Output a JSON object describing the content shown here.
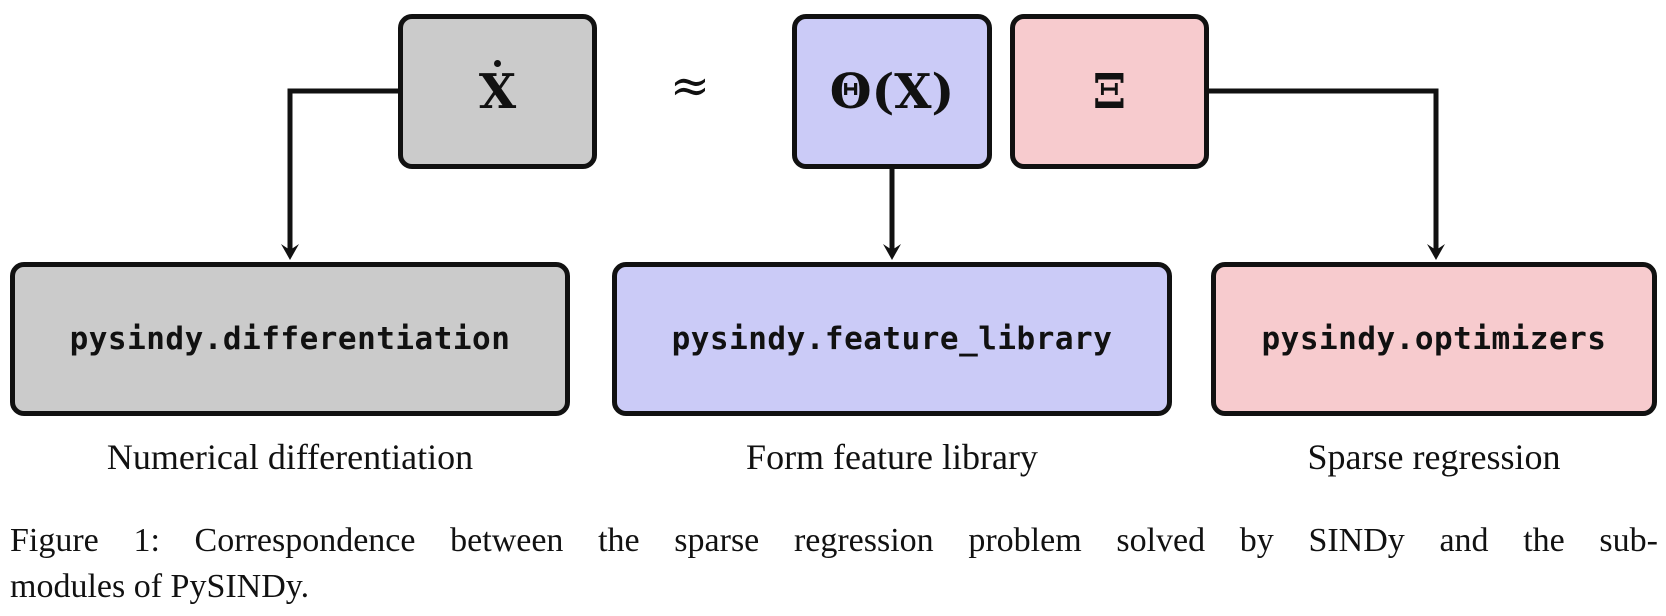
{
  "equation": {
    "lhs_symbol": "X",
    "approx_symbol": "≈",
    "theta_symbol": "Θ(X)",
    "xi_symbol": "Ξ"
  },
  "modules": [
    {
      "name": "pysindy.differentiation",
      "description": "Numerical differentiation"
    },
    {
      "name": "pysindy.feature_library",
      "description": "Form feature library"
    },
    {
      "name": "pysindy.optimizers",
      "description": "Sparse regression"
    }
  ],
  "caption": {
    "line1": "Figure 1: Correspondence between the sparse regression problem solved by SINDy and the sub-",
    "line2": "modules of PySINDy."
  },
  "colors": {
    "gray": "#cbcbcb",
    "blue": "#cbcbf7",
    "pink": "#f7cbce",
    "border": "#111111"
  }
}
